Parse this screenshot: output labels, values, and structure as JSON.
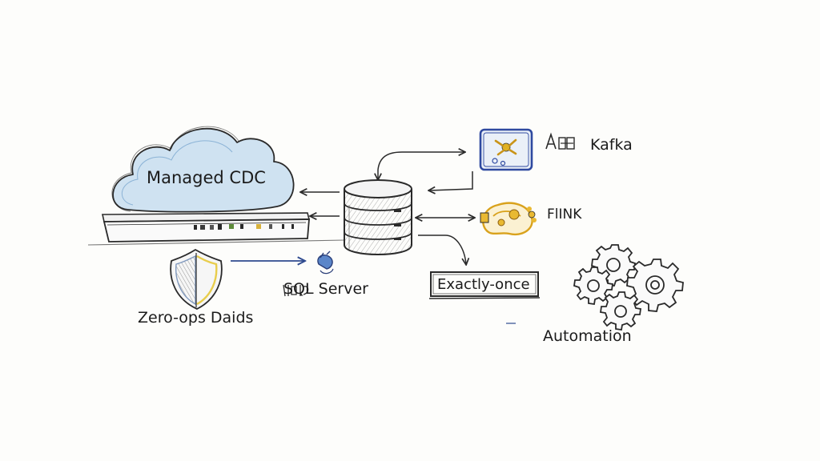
{
  "labels": {
    "managed_cdc": "Managed CDC",
    "kafka": "Kafka",
    "flink": "FlINK",
    "sql_server": "SQL Server",
    "exactly_once": "Exactly-once",
    "zero_ops": "Zero-ops Daids",
    "automation": "Automation"
  },
  "icons": [
    "cloud-icon",
    "server-appliance-icon",
    "database-stack-icon",
    "kafka-box-icon",
    "flink-squirrel-icon",
    "shield-icon",
    "sql-server-icon",
    "gears-icon"
  ],
  "colors": {
    "ink": "#2a2a2a",
    "cloud_blue": "#a9cbe6",
    "kafka_blue": "#3e59a8",
    "flink_yellow": "#e2b32b",
    "shield_yellow": "#e8cd4c",
    "shield_blue": "#7f98bd"
  }
}
